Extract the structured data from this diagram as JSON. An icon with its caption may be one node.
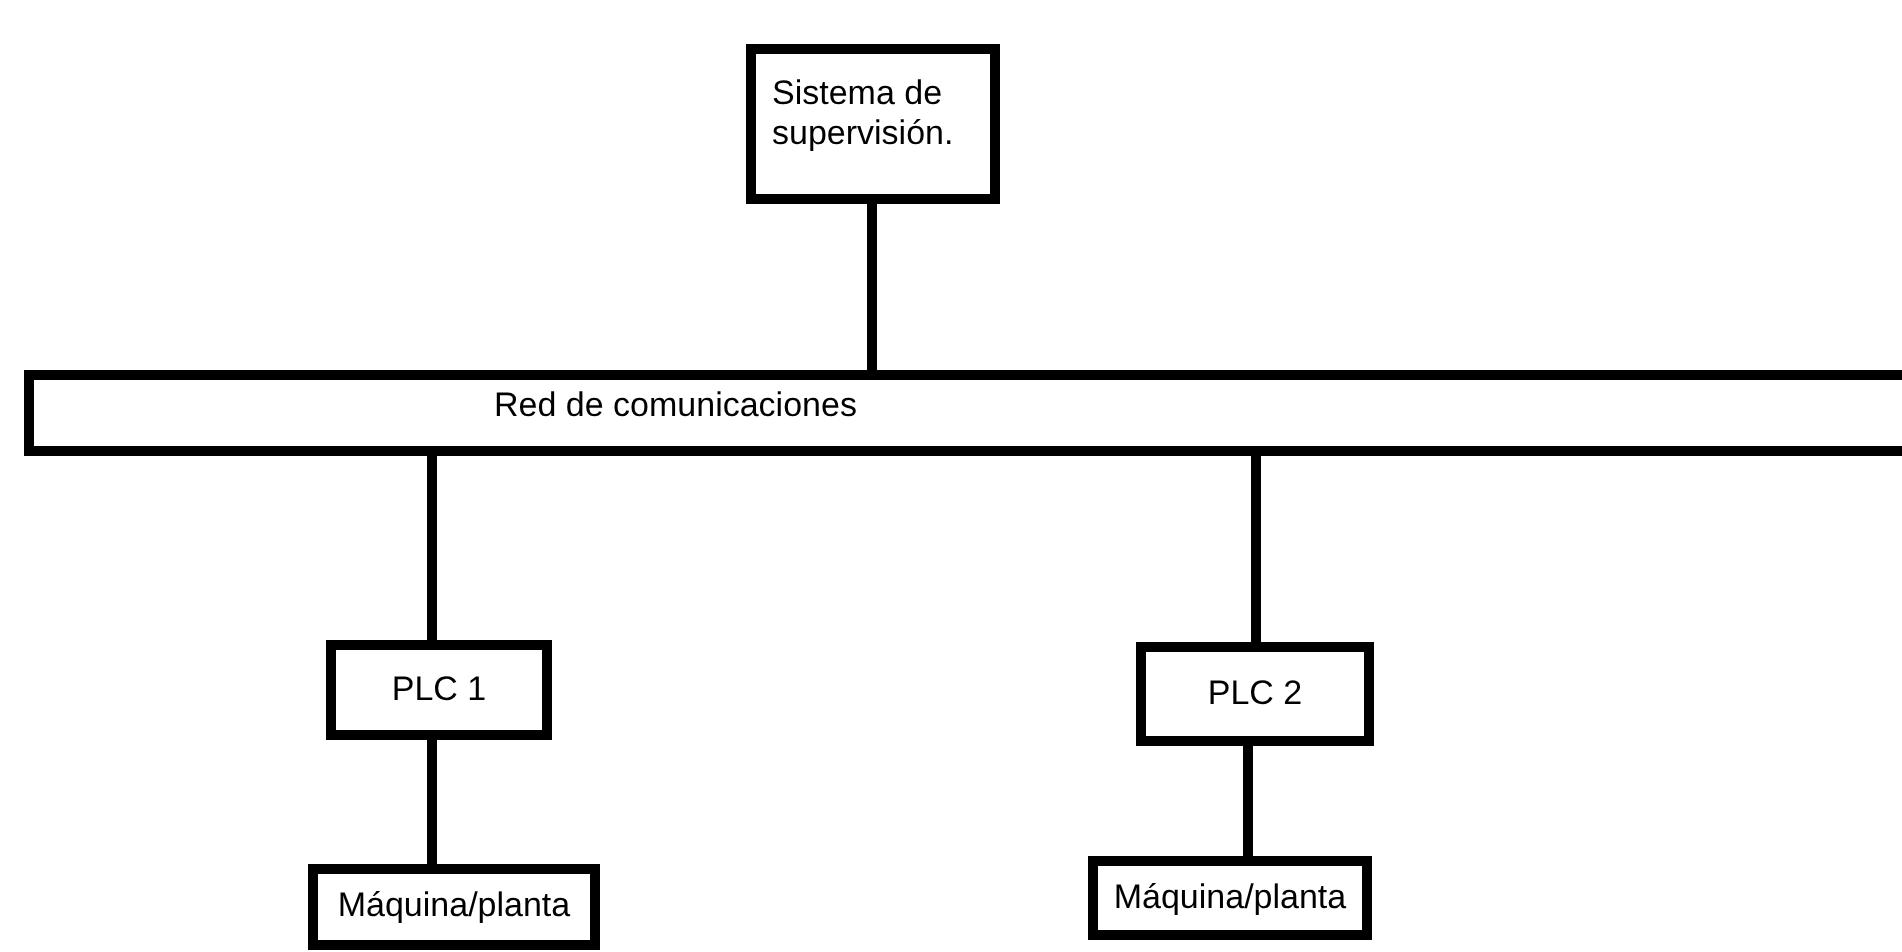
{
  "diagram": {
    "nodes": [
      {
        "text": [
          "Sistema de supervisión."
        ]
      },
      {
        "text": [
          "Red de comunicaciones"
        ]
      },
      {
        "text": [
          "PLC 1"
        ]
      },
      {
        "text": [
          "PLC 2"
        ]
      },
      {
        "text": [
          "Máquina/planta"
        ]
      },
      {
        "text": [
          "Máquina/planta"
        ]
      }
    ],
    "edges": [
      {
        "from": 0,
        "to": 1,
        "arrow": "none"
      },
      {
        "from": 1,
        "to": 2,
        "arrow": "none"
      },
      {
        "from": 1,
        "to": 3,
        "arrow": "none"
      },
      {
        "from": 2,
        "to": 4,
        "arrow": "none"
      },
      {
        "from": 3,
        "to": 5,
        "arrow": "none"
      }
    ]
  }
}
